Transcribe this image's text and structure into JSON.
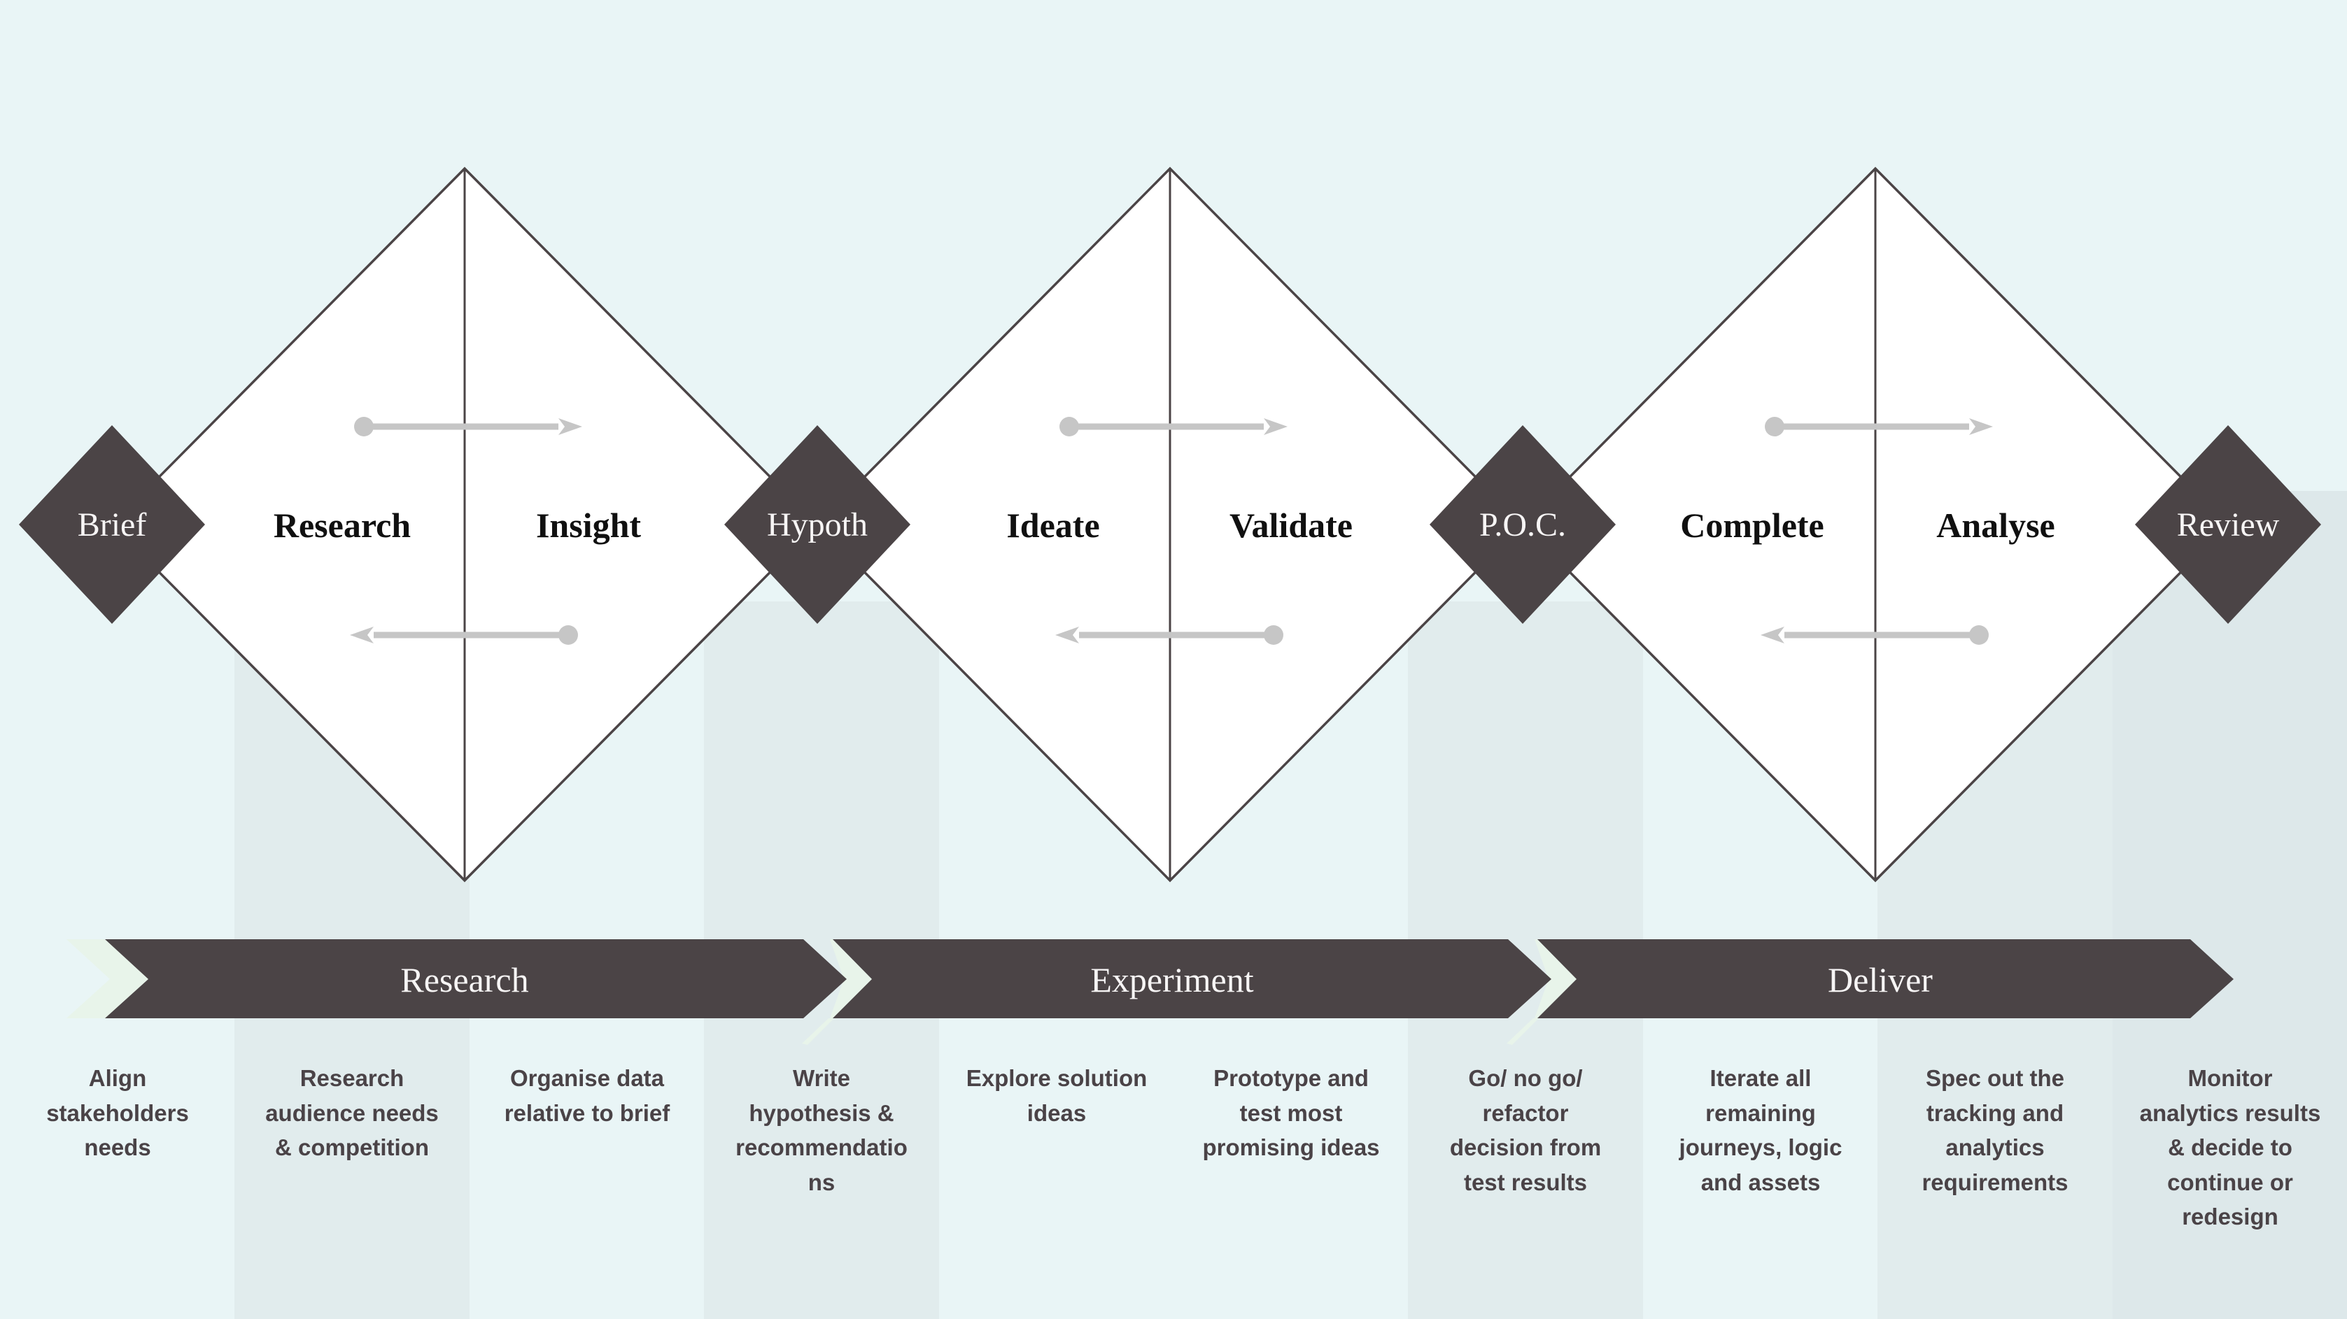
{
  "colors": {
    "background": "#e9f5f6",
    "stripe": "#e1eced",
    "stripe_right": "#dde8ea",
    "dark": "#4b4446",
    "mint_chevron": "#e8f4ea",
    "arrow_gray": "#c6c6c6",
    "diamond_fill": "#ffffff",
    "diamond_label": "#101010",
    "banner_text": "#f7f5f5",
    "step_text": "#4a4347"
  },
  "phases": [
    {
      "banner_label": "Research",
      "diamond": {
        "left_label": "Research",
        "right_label": "Insight"
      }
    },
    {
      "banner_label": "Experiment",
      "diamond": {
        "left_label": "Ideate",
        "right_label": "Validate"
      }
    },
    {
      "banner_label": "Deliver",
      "diamond": {
        "left_label": "Complete",
        "right_label": "Analyse"
      }
    }
  ],
  "milestones": [
    {
      "label": "Brief"
    },
    {
      "label": "Hypoth"
    },
    {
      "label": "P.O.C."
    },
    {
      "label": "Review"
    }
  ],
  "steps": [
    {
      "text": "Align stakeholders needs"
    },
    {
      "text": "Research audience needs & competition"
    },
    {
      "text": "Organise data relative to brief"
    },
    {
      "text": "Write hypothesis & recommendations"
    },
    {
      "text": "Explore solution ideas"
    },
    {
      "text": "Prototype and test most promising ideas"
    },
    {
      "text": "Go/ no go/ refactor decision from test results"
    },
    {
      "text": "Iterate all remaining journeys, logic and assets"
    },
    {
      "text": "Spec out the tracking and analytics requirements"
    },
    {
      "text": "Monitor analytics results & decide to continue or redesign"
    }
  ]
}
